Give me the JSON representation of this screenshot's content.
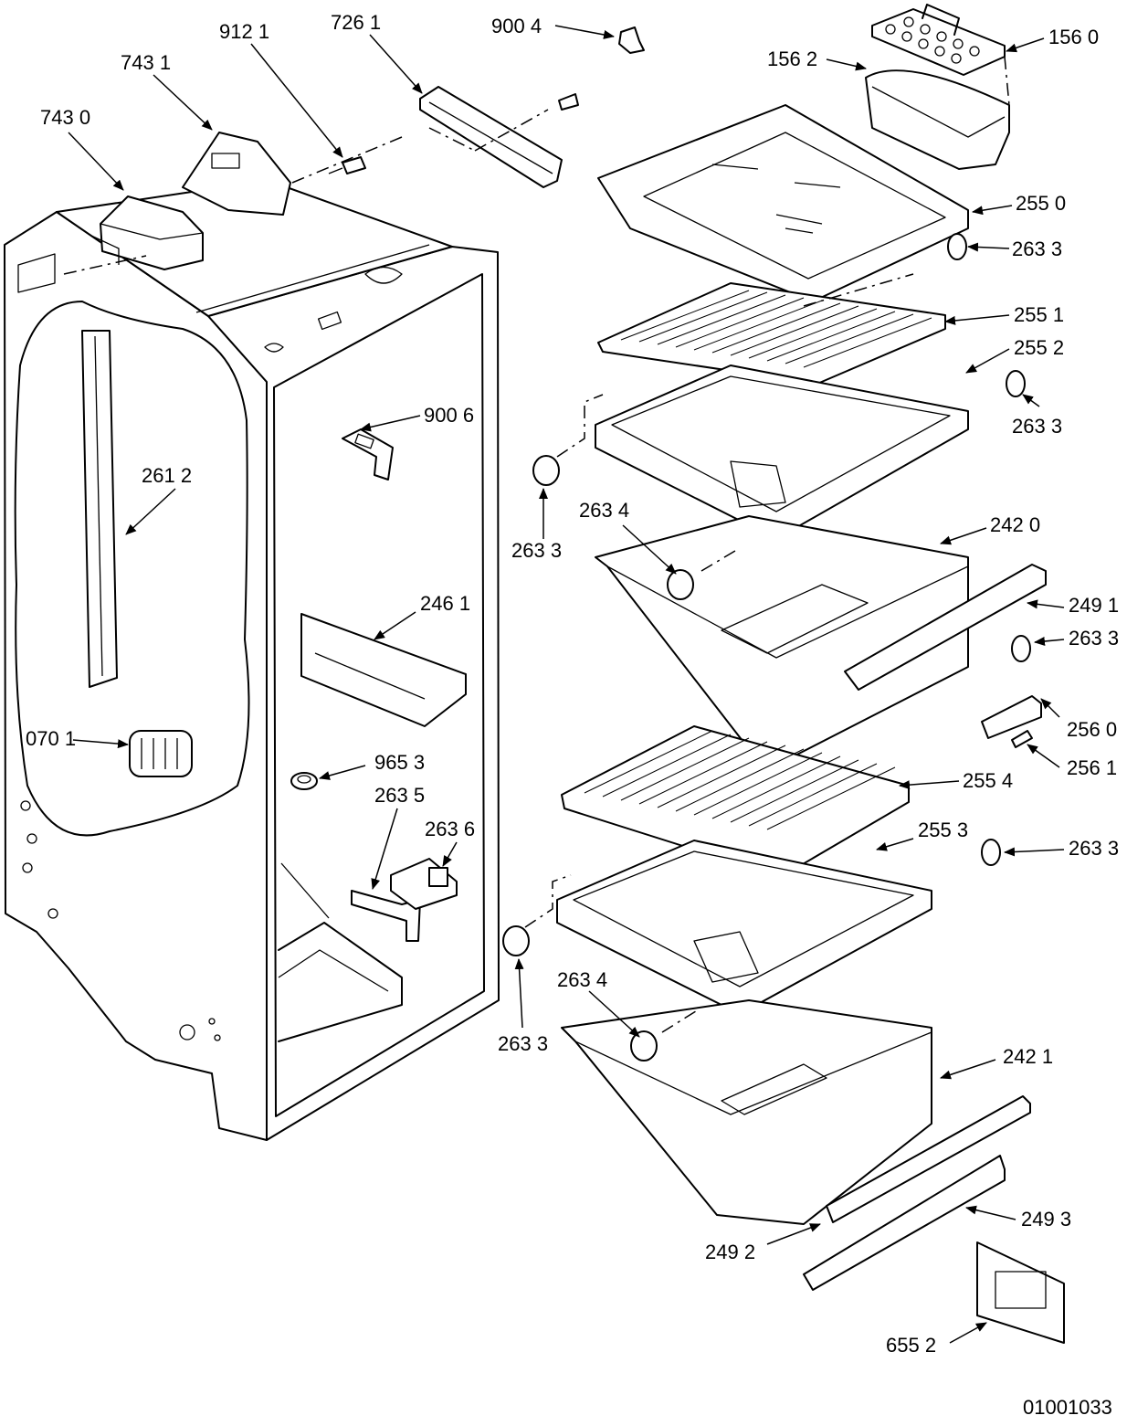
{
  "labels": {
    "l9121": "912 1",
    "l7261": "726 1",
    "l9004": "900 4",
    "l1560": "156 0",
    "l7431": "743 1",
    "l1562": "156 2",
    "l7430": "743 0",
    "l2550": "255 0",
    "l2633a": "263 3",
    "l2551": "255 1",
    "l2552": "255 2",
    "l2633b": "263 3",
    "l9006": "900 6",
    "l2612": "261 2",
    "l2634a": "263 4",
    "l2420": "242 0",
    "l2633c": "263 3",
    "l2491": "249 1",
    "l2461": "246 1",
    "l2633d": "263 3",
    "l2560": "256 0",
    "l0701": "070 1",
    "l2561": "256 1",
    "l9653": "965 3",
    "l2554": "255 4",
    "l2635": "263 5",
    "l2636": "263 6",
    "l2553": "255 3",
    "l2633e": "263 3",
    "l2634b": "263 4",
    "l2633f": "263 3",
    "l2421": "242 1",
    "l2493": "249 3",
    "l2492": "249 2",
    "l6552": "655 2",
    "docnum": "01001033"
  }
}
